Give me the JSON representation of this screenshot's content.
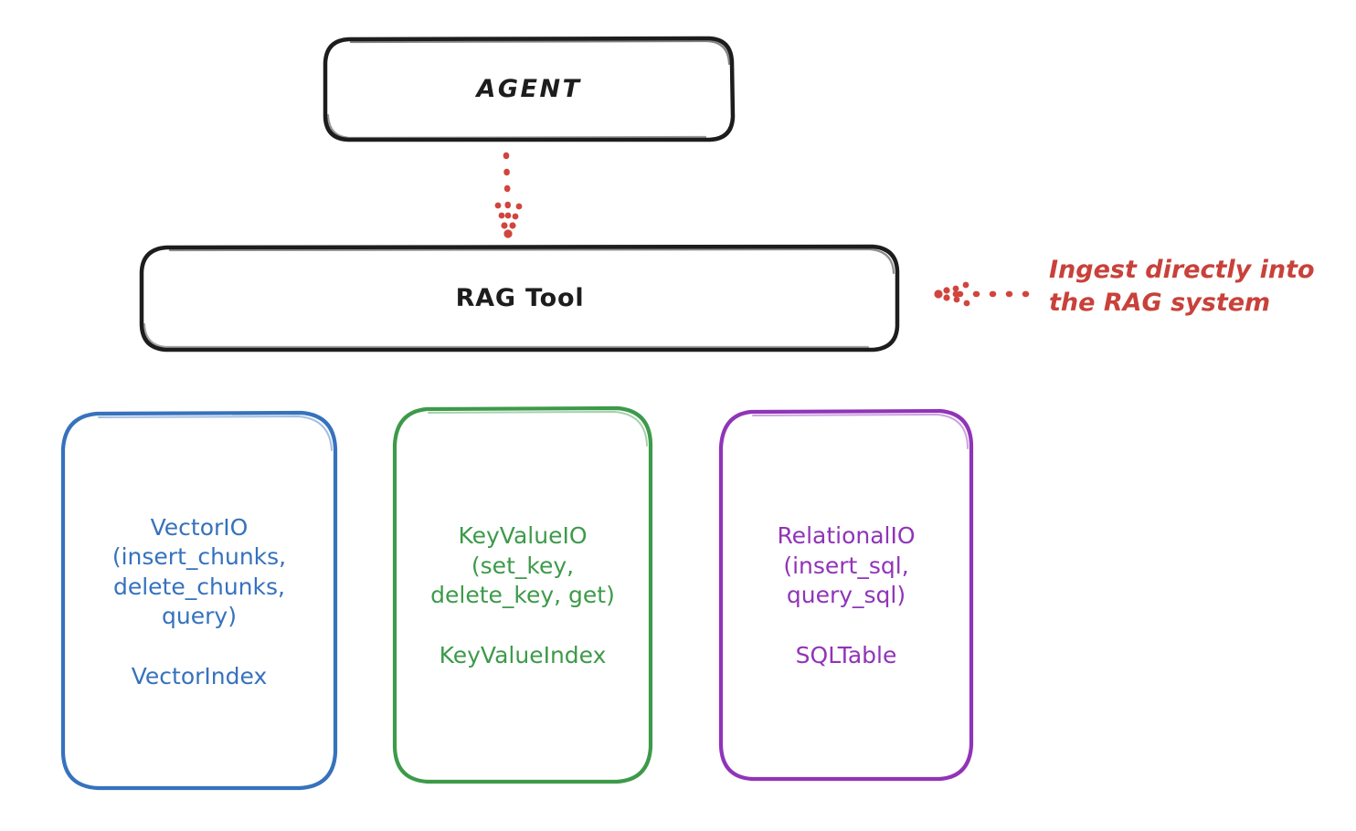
{
  "diagram": {
    "title_implicit": "RAG Tool architecture",
    "background_color": "#ffffff",
    "nodes": {
      "agent": {
        "label": "AGENT",
        "stroke_color": "#1d1d1d",
        "shape": "rounded-rectangle"
      },
      "rag_tool": {
        "label": "RAG Tool",
        "stroke_color": "#1d1d1d",
        "shape": "rounded-rectangle"
      },
      "vector_io": {
        "signature": "VectorIO\n(insert_chunks,\ndelete_chunks,\nquery)",
        "index": "VectorIndex",
        "stroke_color": "#3672bd",
        "shape": "rounded-rectangle"
      },
      "key_value_io": {
        "signature": "KeyValueIO\n(set_key,\ndelete_key, get)",
        "index": "KeyValueIndex",
        "stroke_color": "#3d9a4a",
        "shape": "rounded-rectangle"
      },
      "relational_io": {
        "signature": "RelationalIO\n(insert_sql,\nquery_sql)",
        "index": "SQLTable",
        "stroke_color": "#9034b8",
        "shape": "rounded-rectangle"
      }
    },
    "annotations": {
      "ingest_note": {
        "text": "Ingest directly into\nthe RAG system",
        "color": "#c8413a"
      }
    },
    "connectors": {
      "agent_to_rag_tool": {
        "style": "dotted",
        "color": "#d0453d",
        "direction": "down",
        "arrowhead": true
      },
      "note_to_rag_tool": {
        "style": "dotted",
        "color": "#d0453d",
        "direction": "left",
        "arrowhead": true
      }
    }
  }
}
